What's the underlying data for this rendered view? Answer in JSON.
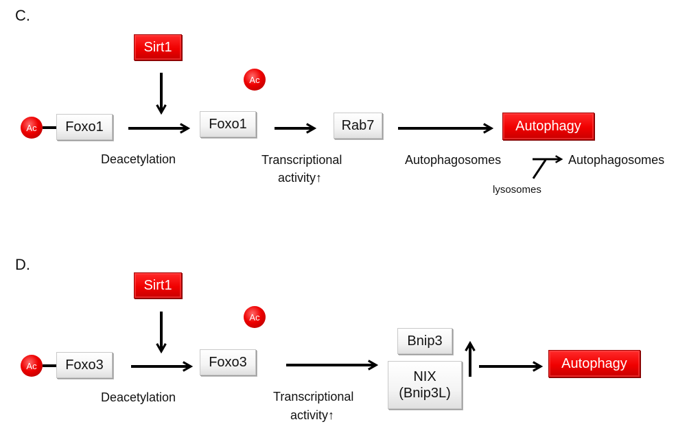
{
  "panel_c": {
    "label": "C.",
    "sirt1": "Sirt1",
    "ac_attached": "Ac",
    "ac_released": "Ac",
    "foxo_in": "Foxo1",
    "foxo_out": "Foxo1",
    "deacetylation": "Deacetylation",
    "target": "Rab7",
    "transcriptional": "Transcriptional",
    "activity": "activity↑",
    "autophagy": "Autophagy",
    "autophagosomes": "Autophagosomes",
    "autophagosomes_fused": "Autophagosomes",
    "lysosomes": "lysosomes"
  },
  "panel_d": {
    "label": "D.",
    "sirt1": "Sirt1",
    "ac_attached": "Ac",
    "ac_released": "Ac",
    "foxo_in": "Foxo3",
    "foxo_out": "Foxo3",
    "deacetylation": "Deacetylation",
    "transcriptional": "Transcriptional",
    "activity": "activity↑",
    "target_top": "Bnip3",
    "target_bottom_line1": "NIX",
    "target_bottom_line2": "(Bnip3L)",
    "autophagy": "Autophagy"
  },
  "colors": {
    "accent_red": "#ee0000",
    "arrow": "#000000"
  }
}
